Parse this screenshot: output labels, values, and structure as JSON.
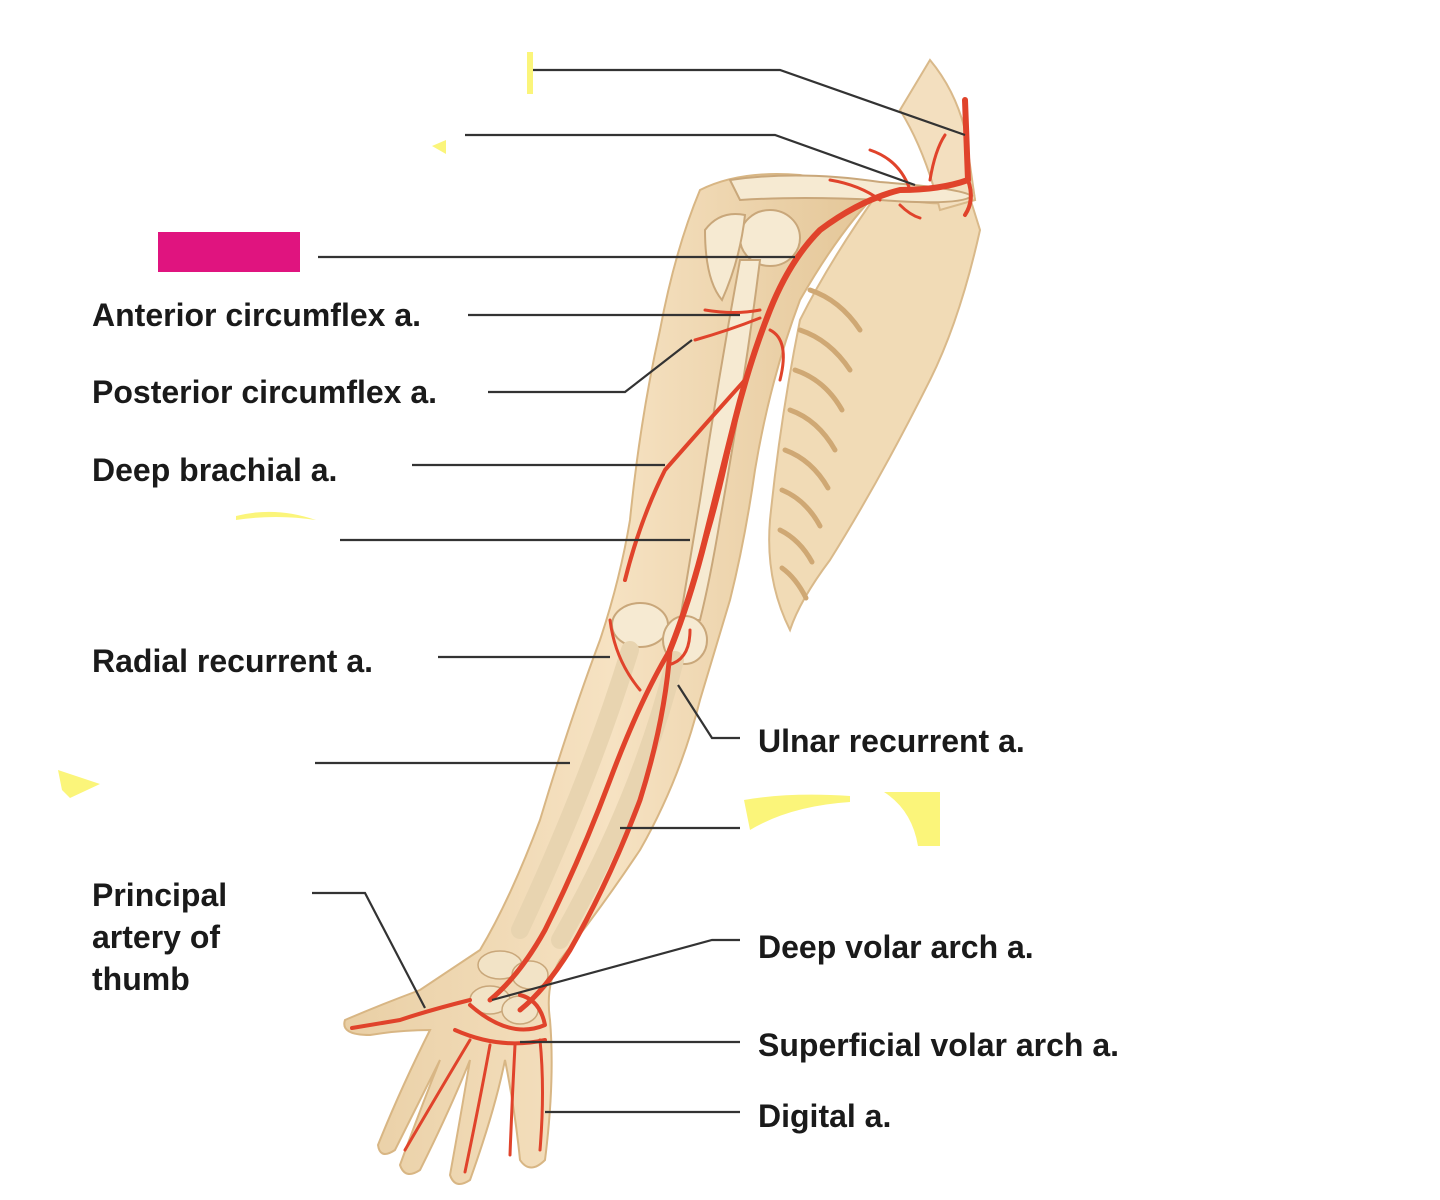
{
  "labels": {
    "anterior_circumflex": "Anterior circumflex a.",
    "posterior_circumflex": "Posterior circumflex a.",
    "deep_brachial": "Deep brachial a.",
    "radial_recurrent": "Radial recurrent a.",
    "principal_thumb": "Principal\nartery of\nthumb",
    "ulnar_recurrent": "Ulnar recurrent a.",
    "deep_volar_arch": "Deep volar arch a.",
    "superficial_volar_arch": "Superficial volar arch a.",
    "digital": "Digital a."
  },
  "colors": {
    "label_text": "#1a1a1a",
    "leader_line": "#333333",
    "artery": "#e0432b",
    "artery_dark": "#c8321e",
    "skin": "#f3dcb8",
    "skin_shade": "#e6c79a",
    "bone": "#f6ead2",
    "highlight_magenta": "#e0147f",
    "highlight_yellow": "#fbf57a"
  },
  "icons": {
    "arm_illustration": "upper-limb-arteries-illustration"
  }
}
